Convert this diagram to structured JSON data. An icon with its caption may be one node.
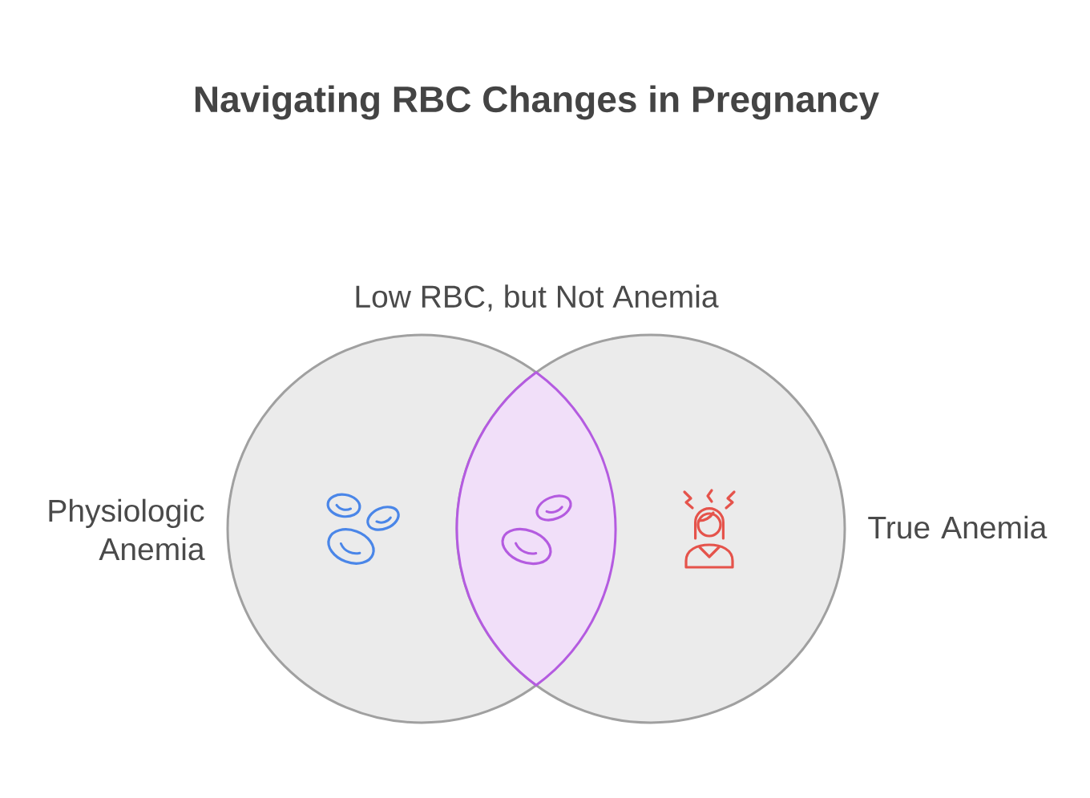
{
  "diagram": {
    "title": "Navigating RBC Changes in Pregnancy",
    "nodes": [
      {
        "text": [
          "Physiologic Anemia"
        ]
      },
      {
        "text": [
          "True Anemia"
        ]
      },
      {
        "text": [
          "Low RBC, but Not Anemia"
        ]
      }
    ]
  }
}
